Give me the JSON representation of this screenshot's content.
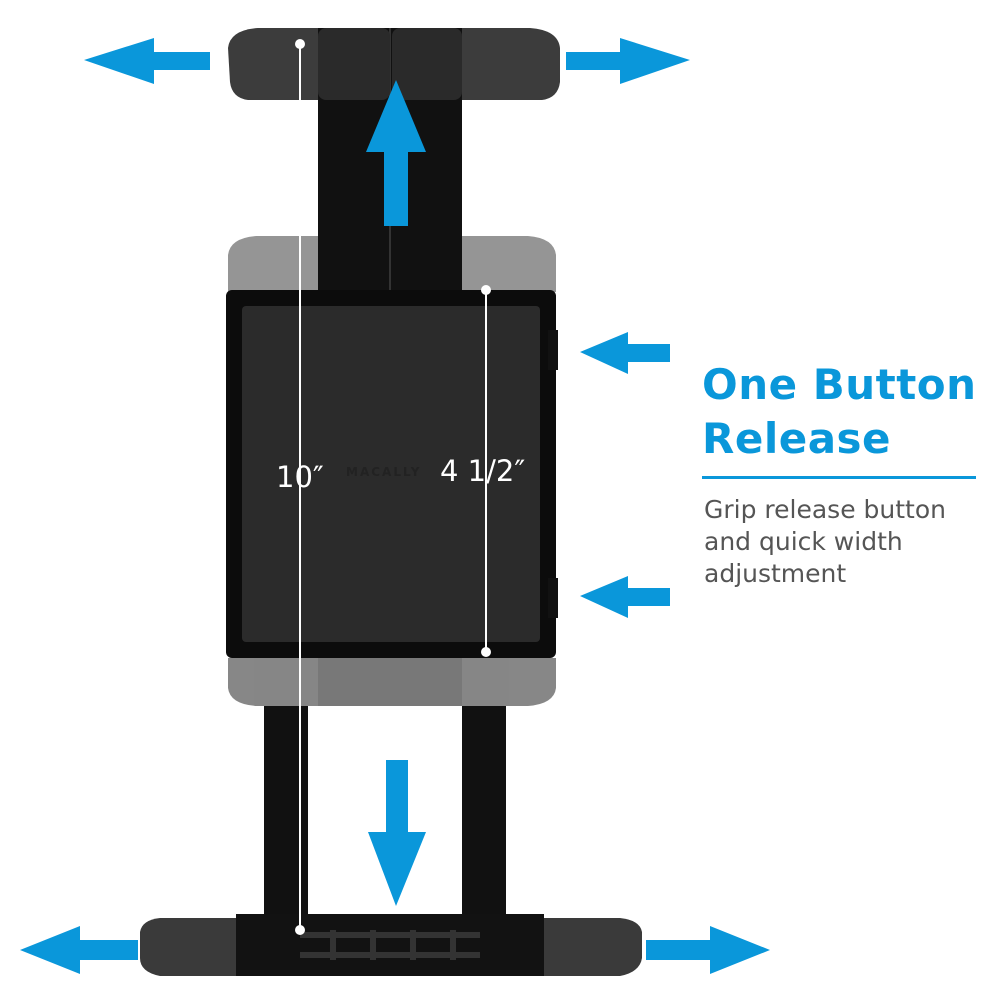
{
  "feature": {
    "heading_line1": "One Button",
    "heading_line2": "Release",
    "desc_line1": "Grip release button",
    "desc_line2": "and quick width",
    "desc_line3": "adjustment"
  },
  "product": {
    "height_label": "10″",
    "width_label": "4 1/2″",
    "brand": "MACALLY"
  },
  "colors": {
    "accent": "#0a97da",
    "heading": "#0a97da",
    "body_text": "#555555",
    "mount_black": "#111111",
    "grip_gray": "#6e6e6e"
  },
  "icons": {
    "arrow": "arrow-icon"
  }
}
